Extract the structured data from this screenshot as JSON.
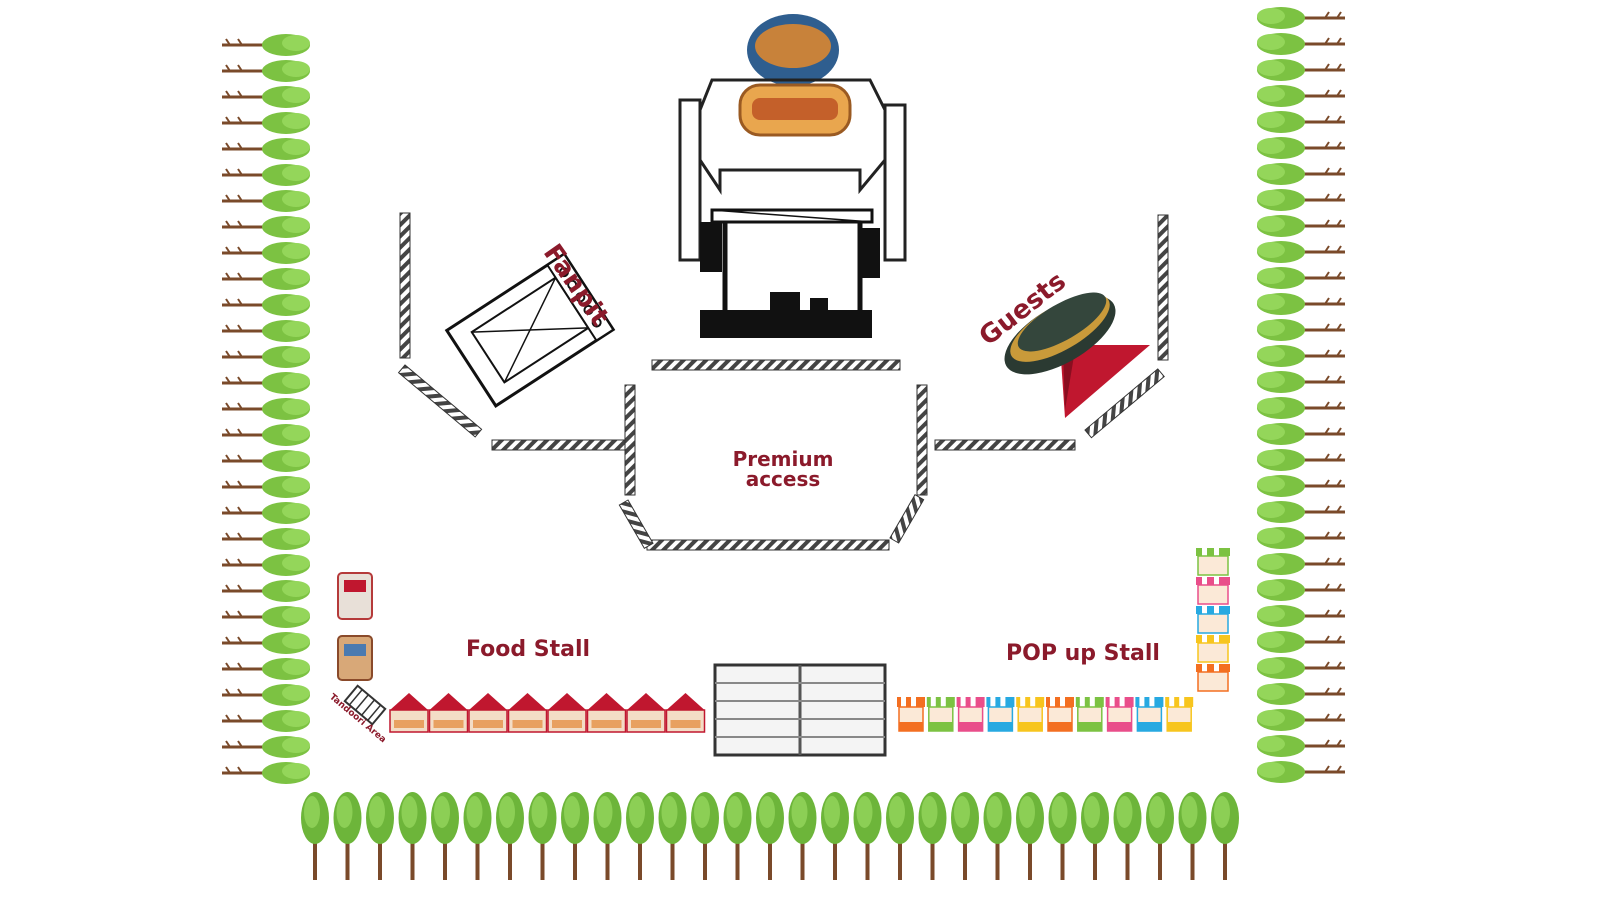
{
  "labels": {
    "fanpit": "Fanpit",
    "guests": "Guests",
    "premium_line1": "Premium",
    "premium_line2": "access",
    "food_stall": "Food Stall",
    "popup_stall": "POP up Stall",
    "tandoori": "Tandoori Area"
  },
  "icons": {
    "main_stage": "stage-truss-icon",
    "festival_logo": "festival-logo-icon",
    "fanpit_platform": "platform-icon",
    "guest_lounge": "red-carpet-icon",
    "tree": "tree-icon",
    "food_tent": "red-tent-icon",
    "popup_booth": "striped-booth-icon",
    "food_truck": "food-truck-icon",
    "seating_grid": "seating-grid-icon",
    "barricade": "barricade-icon"
  },
  "colors": {
    "label": "#8b1a2b",
    "tree_foliage": "#7cc242",
    "tree_trunk": "#7a4a2a",
    "tent_roof": "#c0172f",
    "stage": "#111111"
  },
  "counts": {
    "food_tents": 8,
    "popup_booths": 10
  }
}
